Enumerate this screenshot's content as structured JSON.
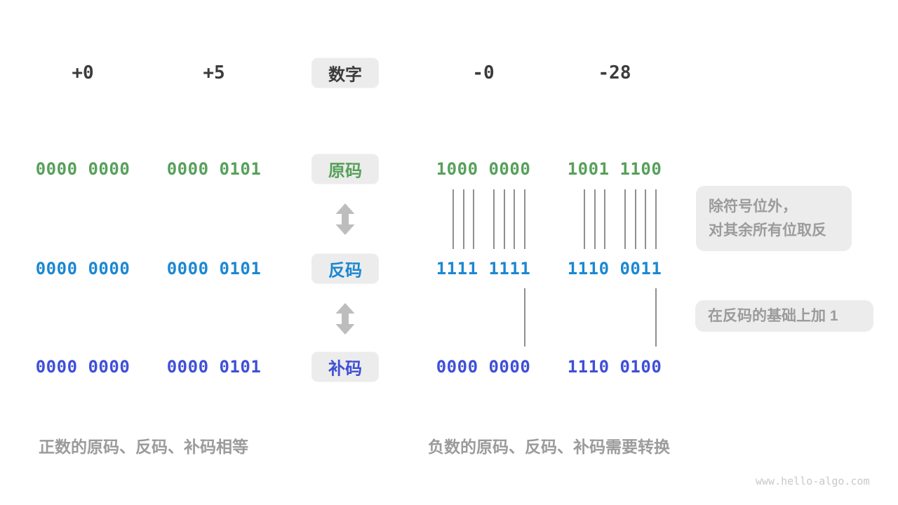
{
  "header": {
    "label": "数字",
    "columns": [
      "+0",
      "+5",
      "-0",
      "-28"
    ]
  },
  "rows": [
    {
      "label": "原码",
      "color": "#57A05A",
      "values": [
        "0000 0000",
        "0000 0101",
        "1000 0000",
        "1001 1100"
      ]
    },
    {
      "label": "反码",
      "color": "#1B87D2",
      "values": [
        "0000 0000",
        "0000 0101",
        "1111 1111",
        "1110 0011"
      ]
    },
    {
      "label": "补码",
      "color": "#3E4FD8",
      "values": [
        "0000 0000",
        "0000 0101",
        "0000 0000",
        "1110 0100"
      ]
    }
  ],
  "annotations": {
    "invert_line1": "除符号位外，",
    "invert_line2": "对其余所有位取反",
    "add_one": "在反码的基础上加 1"
  },
  "captions": {
    "positive": "正数的原码、反码、补码相等",
    "negative": "负数的原码、反码、补码需要转换"
  },
  "watermark": "www.hello-algo.com",
  "colors": {
    "box_background": "#ECECEC",
    "heading_text": "#3B3B3B",
    "annotation_text": "#9B9B9B"
  }
}
